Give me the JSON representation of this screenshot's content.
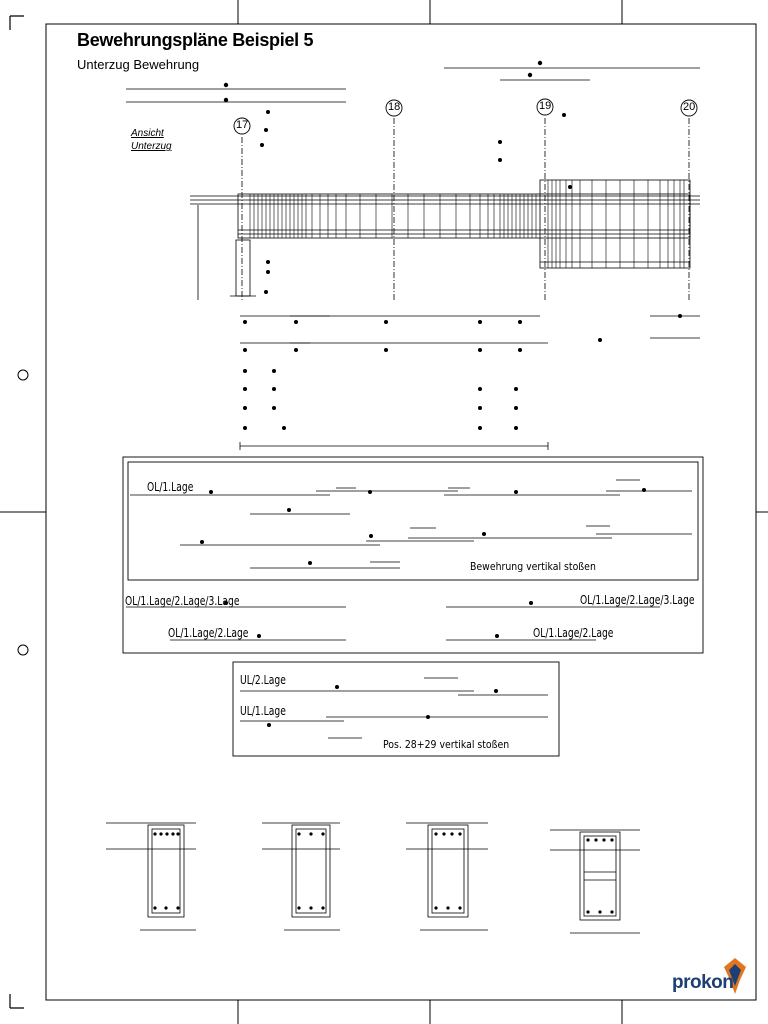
{
  "header": {
    "title": "Bewehrungspläne Beispiel 5",
    "subtitle": "Unterzug Bewehrung"
  },
  "elevation": {
    "label_line1": "Ansicht",
    "label_line2": "Unterzug",
    "axes": [
      "17",
      "18",
      "19",
      "20"
    ]
  },
  "panel_top": {
    "row1_label": "OL/1.Lage",
    "note": "Bewehrung vertikal stoßen",
    "row2_label_left": "OL/1.Lage/2.Lage/3.Lage",
    "row2_label_right": "OL/1.Lage/2.Lage/3.Lage",
    "row3_label_left": "OL/1.Lage/2.Lage",
    "row3_label_right": "OL/1.Lage/2.Lage"
  },
  "panel_bottom": {
    "row1_label": "UL/2.Lage",
    "row2_label": "UL/1.Lage",
    "note": "Pos. 28+29 vertikal stoßen"
  },
  "footer": {
    "logo_text": "prokon",
    "logo_color": "#1e3f73",
    "logo_accent": "#e2761f"
  }
}
